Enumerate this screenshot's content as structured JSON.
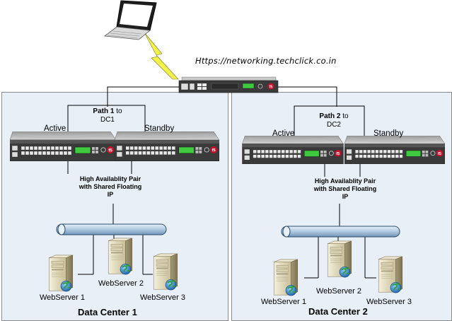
{
  "url": "Https://networking.techclick.co.in",
  "dc1": {
    "path": {
      "bold": "Path 1",
      "to": "to",
      "target": "DC1"
    },
    "active": "Active",
    "standby": "Standby",
    "ha": {
      "line1": "High Availablity Pair",
      "line2": "with Shared Floating",
      "line3": "IP"
    },
    "servers": [
      "WebServer 1",
      "WebServer 2",
      "WebServer 3"
    ],
    "title": "Data Center 1"
  },
  "dc2": {
    "path": {
      "bold": "Path 2",
      "to": "to",
      "target": "DC2"
    },
    "active": "Active",
    "standby": "Standby",
    "ha": {
      "line1": "High Availablity Pair",
      "line2": "with Shared Floating",
      "line3": "IP"
    },
    "servers": [
      "WebServer 1",
      "WebServer 2",
      "WebServer 3"
    ],
    "title": "Data Center 2"
  },
  "colors": {
    "background_dc": "#e8eff7",
    "wire": "#000000",
    "bus": "#b3cde3",
    "lightning": "#e8e840",
    "device_body": "#3a3a3a",
    "f5_red": "#c8102e",
    "lcd_green": "#3ec93e"
  }
}
